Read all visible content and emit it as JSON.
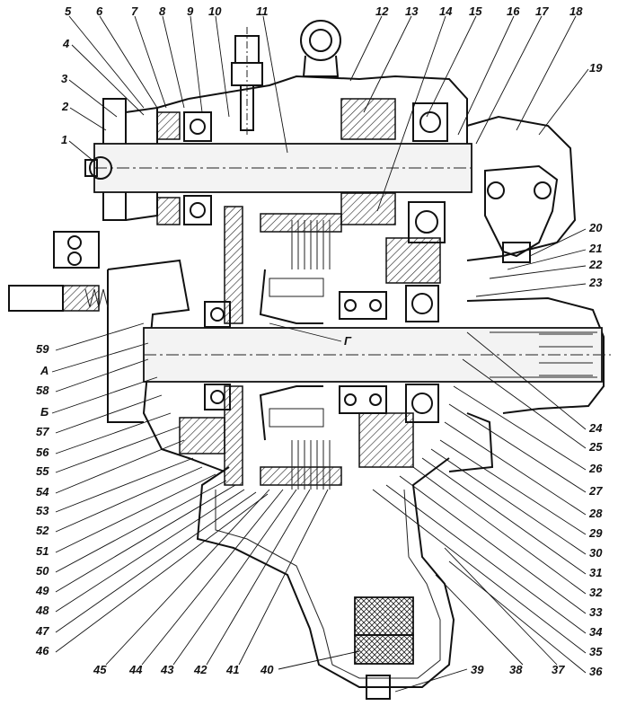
{
  "callouts_top": [
    {
      "id": "c5",
      "text": "5"
    },
    {
      "id": "c6",
      "text": "6"
    },
    {
      "id": "c7",
      "text": "7"
    },
    {
      "id": "c8",
      "text": "8"
    },
    {
      "id": "c9",
      "text": "9"
    },
    {
      "id": "c10",
      "text": "10"
    },
    {
      "id": "c11",
      "text": "11"
    },
    {
      "id": "c12",
      "text": "12"
    },
    {
      "id": "c13",
      "text": "13"
    },
    {
      "id": "c14",
      "text": "14"
    },
    {
      "id": "c15",
      "text": "15"
    },
    {
      "id": "c16",
      "text": "16"
    },
    {
      "id": "c17",
      "text": "17"
    },
    {
      "id": "c18",
      "text": "18"
    }
  ],
  "callouts_left": [
    {
      "id": "c4",
      "text": "4"
    },
    {
      "id": "c3",
      "text": "3"
    },
    {
      "id": "c2",
      "text": "2"
    },
    {
      "id": "c1",
      "text": "1"
    },
    {
      "id": "c59",
      "text": "59"
    },
    {
      "id": "cA",
      "text": "А"
    },
    {
      "id": "c58",
      "text": "58"
    },
    {
      "id": "cB",
      "text": "Б"
    },
    {
      "id": "c57",
      "text": "57"
    },
    {
      "id": "c56",
      "text": "56"
    },
    {
      "id": "c55",
      "text": "55"
    },
    {
      "id": "c54",
      "text": "54"
    },
    {
      "id": "c53",
      "text": "53"
    },
    {
      "id": "c52",
      "text": "52"
    },
    {
      "id": "c51",
      "text": "51"
    },
    {
      "id": "c50",
      "text": "50"
    },
    {
      "id": "c49",
      "text": "49"
    },
    {
      "id": "c48",
      "text": "48"
    },
    {
      "id": "c47",
      "text": "47"
    },
    {
      "id": "c46",
      "text": "46"
    }
  ],
  "callouts_right": [
    {
      "id": "c19",
      "text": "19"
    },
    {
      "id": "c20",
      "text": "20"
    },
    {
      "id": "c21",
      "text": "21"
    },
    {
      "id": "c22",
      "text": "22"
    },
    {
      "id": "c23",
      "text": "23"
    },
    {
      "id": "c24",
      "text": "24"
    },
    {
      "id": "c25",
      "text": "25"
    },
    {
      "id": "c26",
      "text": "26"
    },
    {
      "id": "c27",
      "text": "27"
    },
    {
      "id": "c28",
      "text": "28"
    },
    {
      "id": "c29",
      "text": "29"
    },
    {
      "id": "c30",
      "text": "30"
    },
    {
      "id": "c31",
      "text": "31"
    },
    {
      "id": "c32",
      "text": "32"
    },
    {
      "id": "c33",
      "text": "33"
    },
    {
      "id": "c34",
      "text": "34"
    },
    {
      "id": "c35",
      "text": "35"
    },
    {
      "id": "c36",
      "text": "36"
    }
  ],
  "callouts_bottom": [
    {
      "id": "c45",
      "text": "45"
    },
    {
      "id": "c44",
      "text": "44"
    },
    {
      "id": "c43",
      "text": "43"
    },
    {
      "id": "c42",
      "text": "42"
    },
    {
      "id": "c41",
      "text": "41"
    },
    {
      "id": "c40",
      "text": "40"
    },
    {
      "id": "c39",
      "text": "39"
    },
    {
      "id": "c38",
      "text": "38"
    },
    {
      "id": "c37",
      "text": "37"
    }
  ],
  "section_label_g": "Г"
}
